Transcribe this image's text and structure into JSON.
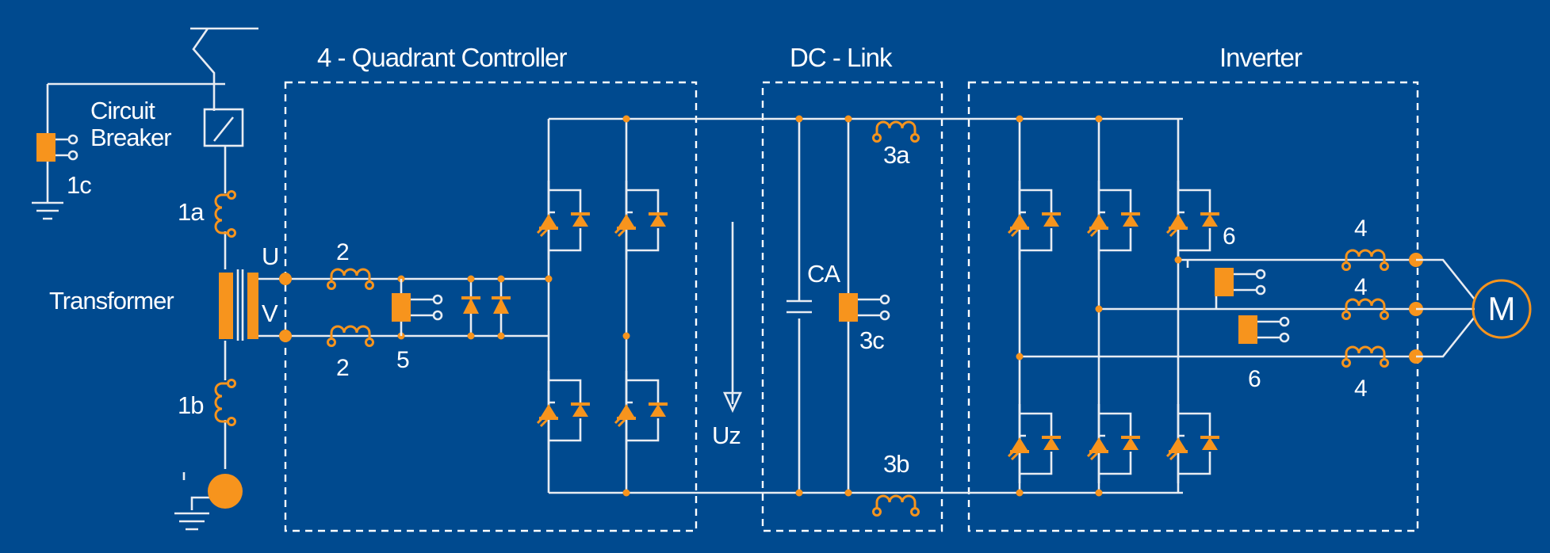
{
  "sections": {
    "controller": "4 - Quadrant Controller",
    "dc_link": "DC - Link",
    "inverter": "Inverter"
  },
  "labels": {
    "circuit": "Circuit",
    "breaker": "Breaker",
    "l1c": "1c",
    "l1a": "1a",
    "l1b": "1b",
    "transformer": "Transformer",
    "u": "U",
    "v": "V",
    "l2a": "2",
    "l2b": "2",
    "l5": "5",
    "uz": "Uz",
    "ca": "CA",
    "l3c": "3c",
    "l3a": "3a",
    "l3b": "3b",
    "l6a": "6",
    "l6b": "6",
    "l4a": "4",
    "l4b": "4",
    "l4c": "4",
    "motor": "M"
  },
  "colors": {
    "background": "#004a8f",
    "line": "#e8ecf2",
    "accent": "#f7941d"
  }
}
